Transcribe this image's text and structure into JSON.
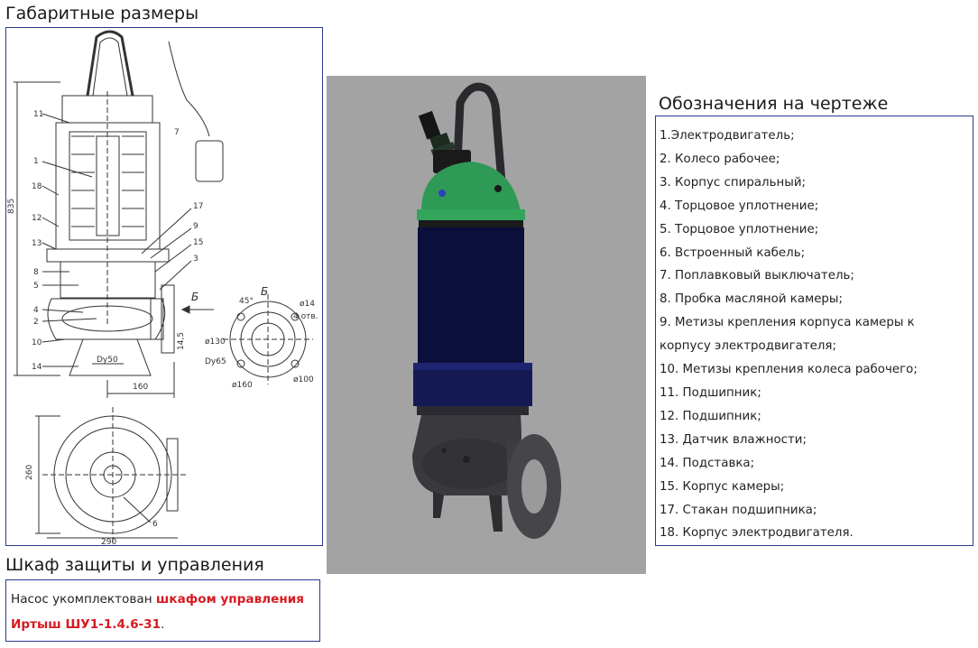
{
  "headings": {
    "dimensions": "Габаритные размеры",
    "legend": "Обозначения на чертеже",
    "cabinet": "Шкаф защиты и управления"
  },
  "legend_items": [
    "1.Электродвигатель;",
    "2. Колесо рабочее;",
    "3. Корпус спиральный;",
    "4. Торцовое уплотнение;",
    "5. Торцовое уплотнение;",
    "6. Встроенный кабель;",
    "7. Поплавковый выключатель;",
    "8. Пробка масляной камеры;",
    "9. Метизы крепления корпуса камеры к",
    "корпусу электродвигателя;",
    "10. Метизы крепления колеса рабочего;",
    "11. Подшипник;",
    "12. Подшипник;",
    "13. Датчик влажности;",
    "14. Подставка;",
    "15. Корпус камеры;",
    "17. Стакан подшипника;",
    "18. Корпус электродвигателя."
  ],
  "cabinet": {
    "text_before": "Насос укомплектован ",
    "link_line1": "шкафом управления",
    "link_line2": "Иртыш ШУ1-1.4.6-31",
    "text_after": "."
  },
  "drawing": {
    "dim_835": "835",
    "dim_160": "160",
    "dim_145": "14,5",
    "dim_dy50": "Dy50",
    "dim_260": "260",
    "dim_290": "290",
    "view_b": "Б",
    "angle_45": "45°",
    "hole_14": "ø14",
    "holes_4": "4 отв.",
    "d130": "ø130",
    "dy65": "Dy65",
    "d160": "ø160",
    "d100": "ø100",
    "callouts": [
      "11",
      "1",
      "18",
      "12",
      "13",
      "8",
      "5",
      "4",
      "2",
      "10",
      "14",
      "17",
      "9",
      "15",
      "3",
      "7",
      "6"
    ]
  },
  "colors": {
    "box_border": "#2a3a8c",
    "link_red": "#d71920",
    "photo_bg": "#a3a3a3",
    "pump_green": "#2e9a55",
    "pump_navy": "#0b0f3b"
  }
}
